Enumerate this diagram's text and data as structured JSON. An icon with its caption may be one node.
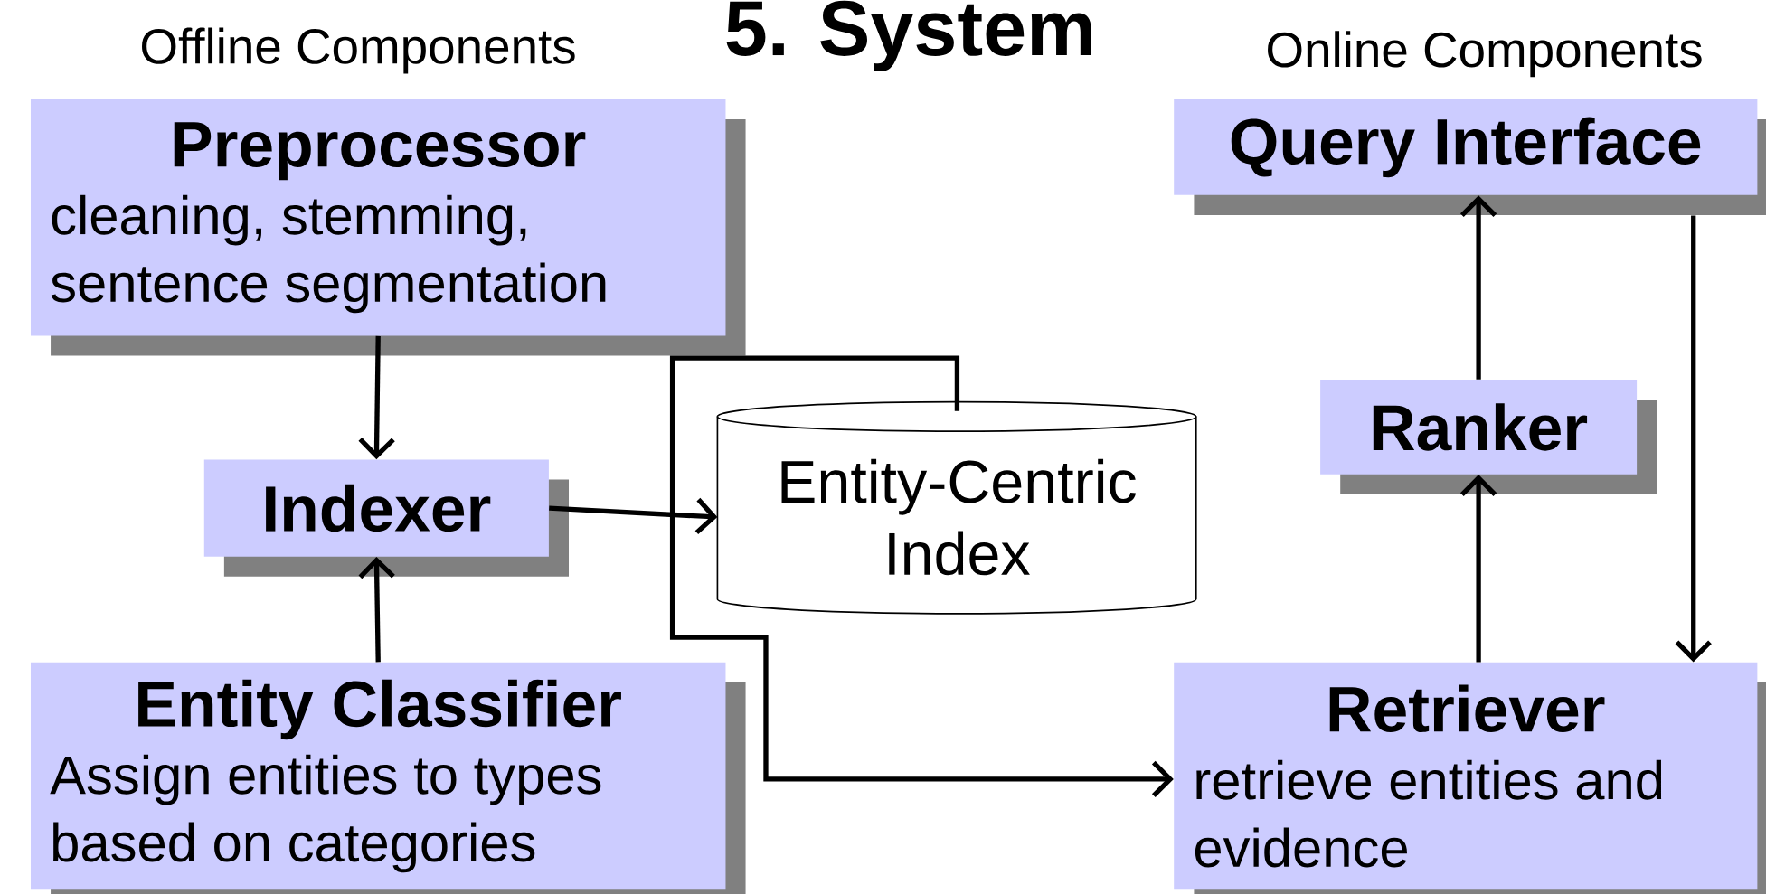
{
  "diagram": {
    "title": "5. System",
    "nodes": [
      {
        "text": [
          "Preprocessor",
          "cleaning, stemming, sentence segmentation"
        ]
      },
      {
        "text": [
          "Indexer"
        ]
      },
      {
        "text": [
          "Entity Classifier",
          "Assign entities to types based on categories"
        ]
      },
      {
        "text": [
          "Entity-Centric Index"
        ]
      },
      {
        "text": [
          "Query Interface"
        ]
      },
      {
        "text": [
          "Ranker"
        ]
      },
      {
        "text": [
          "Retriever",
          "retrieve entities and evidence"
        ]
      }
    ],
    "edges": [
      {
        "from": 0,
        "to": 1,
        "arrow": "to"
      },
      {
        "from": 2,
        "to": 1,
        "arrow": "to"
      },
      {
        "from": 1,
        "to": 3,
        "arrow": "to"
      },
      {
        "from": 3,
        "to": 6,
        "arrow": "to"
      },
      {
        "from": 6,
        "to": 5,
        "arrow": "to"
      },
      {
        "from": 5,
        "to": 4,
        "arrow": "to"
      },
      {
        "from": 4,
        "to": 6,
        "arrow": "to"
      }
    ],
    "labels": [
      "Offline Components",
      "Online Components"
    ]
  }
}
